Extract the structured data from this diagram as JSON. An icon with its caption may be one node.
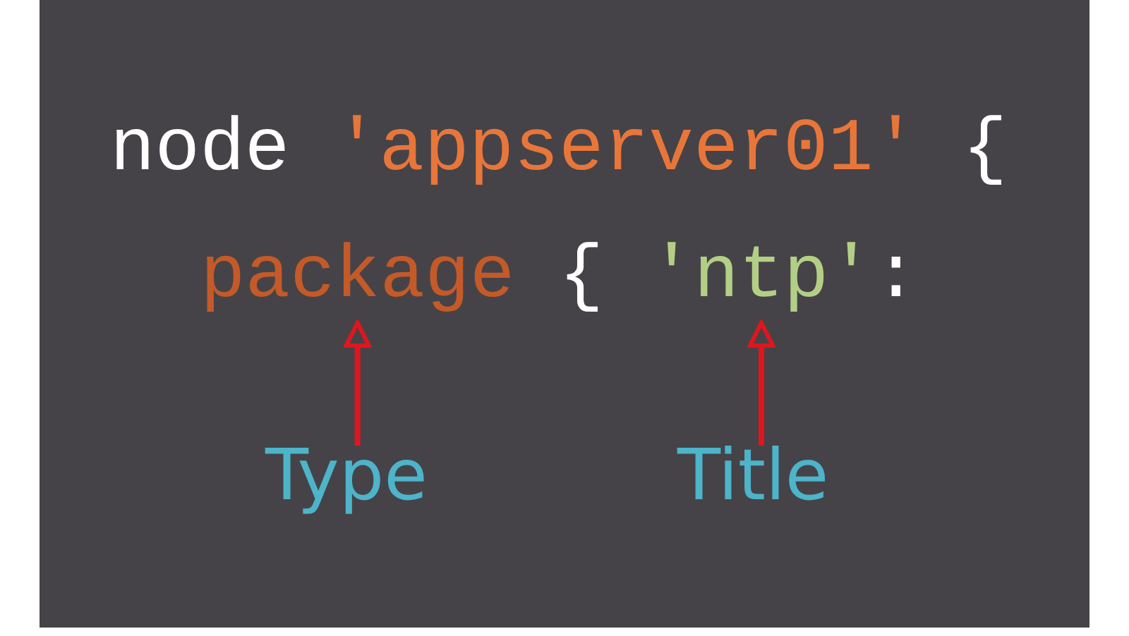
{
  "diagram": {
    "nodes": [
      {
        "text": [
          "package"
        ]
      },
      {
        "text": [
          "'ntp'"
        ]
      },
      {
        "text": [
          "Type"
        ]
      },
      {
        "text": [
          "Title"
        ]
      }
    ],
    "edges": [
      {
        "from": 2,
        "to": 0,
        "arrow": "to"
      },
      {
        "from": 3,
        "to": 1,
        "arrow": "to"
      }
    ],
    "labels": [
      "node",
      "'appserver01'",
      "{",
      "{",
      ":"
    ]
  }
}
